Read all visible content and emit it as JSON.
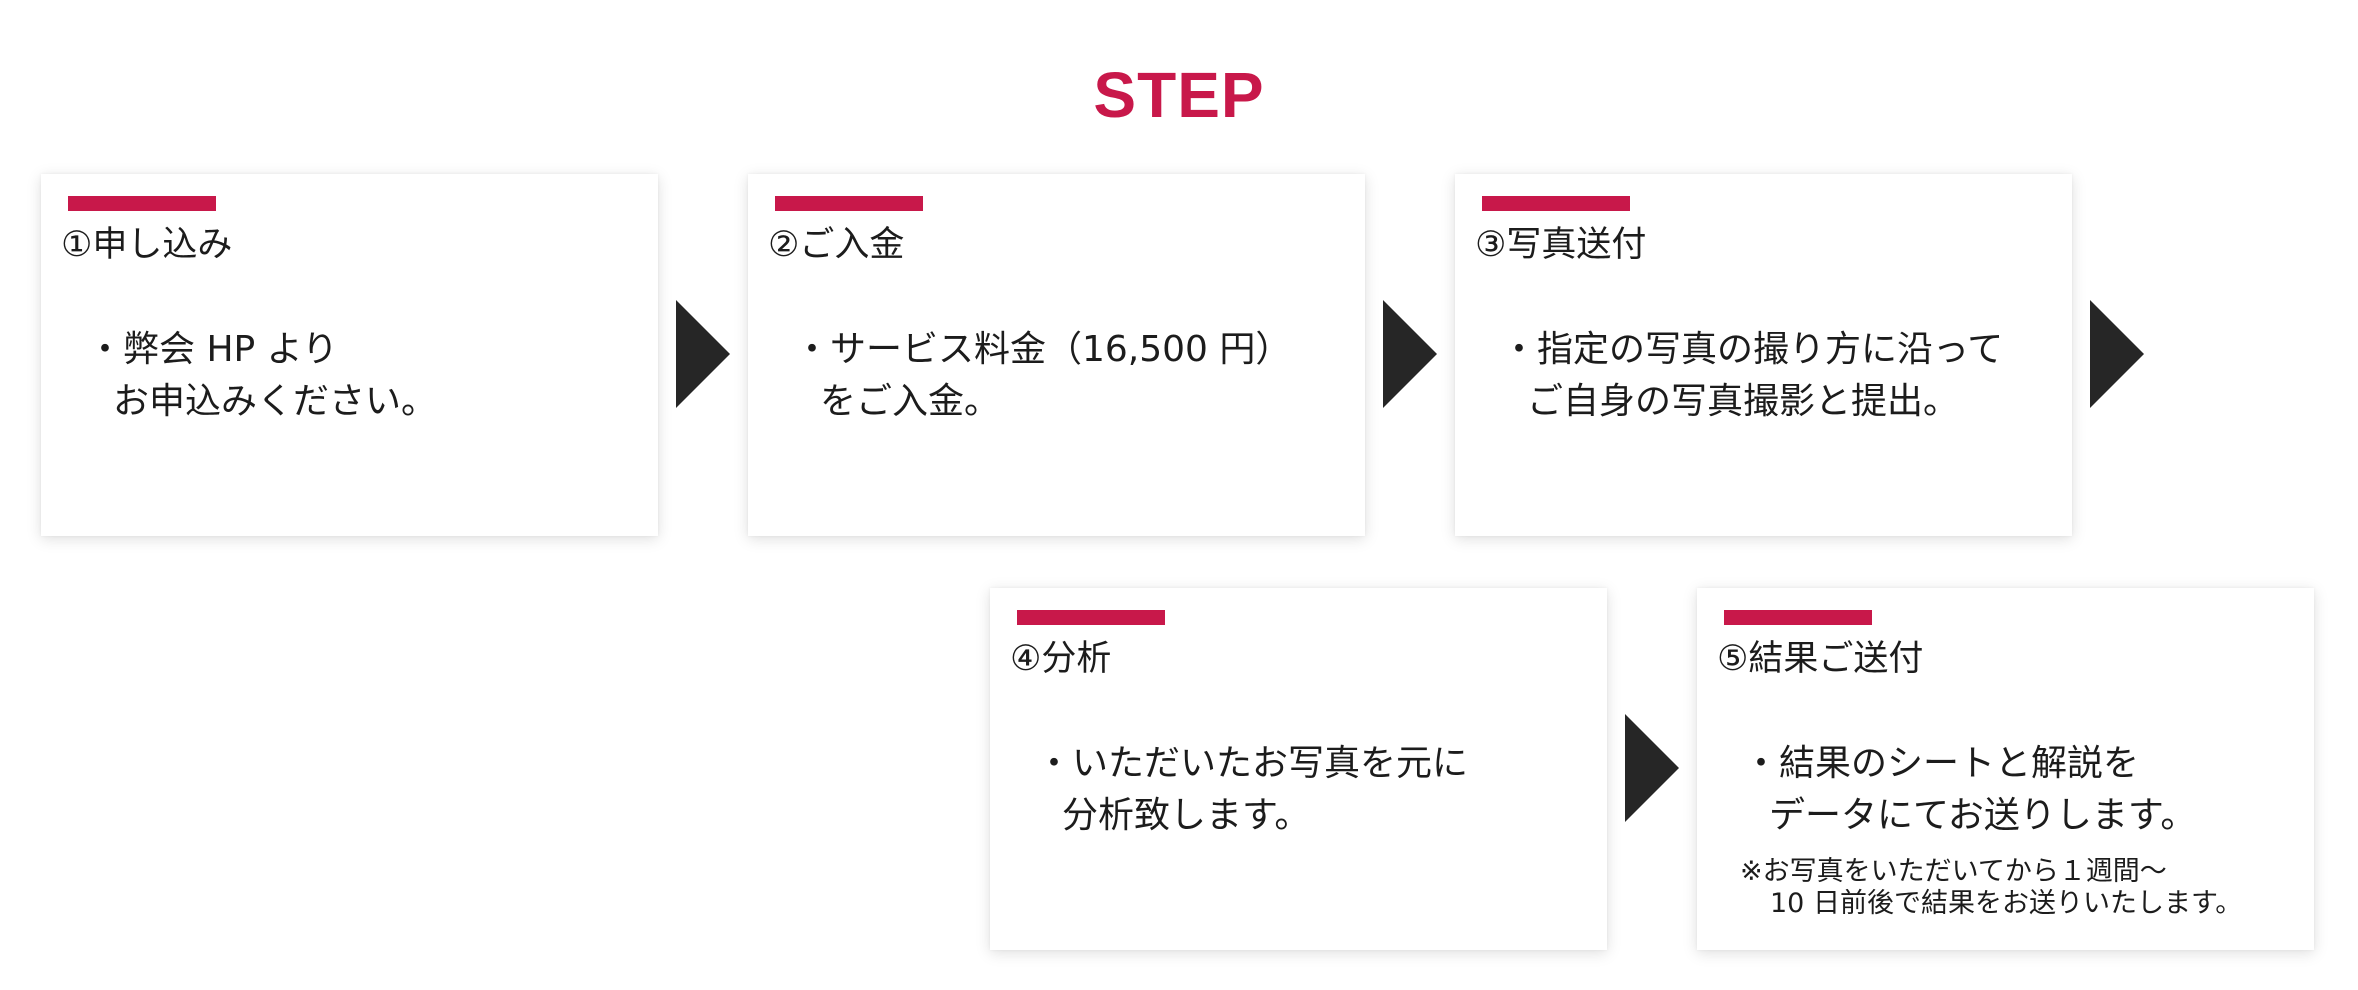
{
  "title": "STEP",
  "steps": [
    {
      "heading": "①申し込み",
      "body": [
        "・弊会 HP より",
        "お申込みください。"
      ]
    },
    {
      "heading": "②ご入金",
      "body": [
        "・サービス料金（16,500 円）",
        "をご入金。"
      ]
    },
    {
      "heading": "③写真送付",
      "body": [
        "・指定の写真の撮り方に沿って",
        "ご自身の写真撮影と提出。"
      ]
    },
    {
      "heading": "④分析",
      "body": [
        "・いただいたお写真を元に",
        "分析致します。"
      ]
    },
    {
      "heading": "⑤結果ご送付",
      "body": [
        "・結果のシートと解説を",
        "データにてお送りします。"
      ],
      "note": [
        "※お写真をいただいてから１週間～",
        "10 日前後で結果をお送りいたします。"
      ]
    }
  ],
  "colors": {
    "accent": "#c8184a",
    "arrow": "#262626"
  }
}
